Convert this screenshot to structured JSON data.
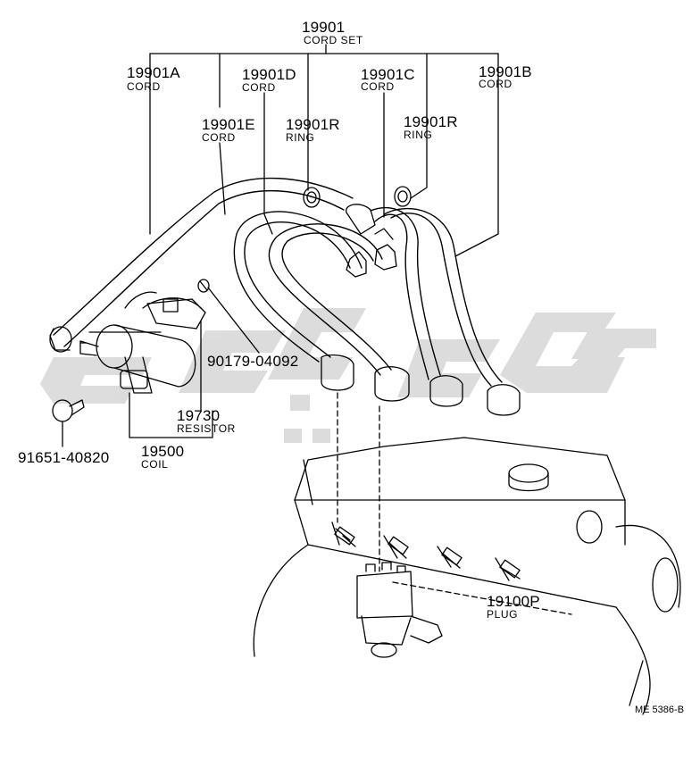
{
  "diagram": {
    "parts": [
      {
        "id": "cord_set",
        "number": "19901",
        "name": "CORD SET"
      },
      {
        "id": "cord_a",
        "number": "19901A",
        "name": "CORD"
      },
      {
        "id": "cord_d",
        "number": "19901D",
        "name": "CORD"
      },
      {
        "id": "cord_c",
        "number": "19901C",
        "name": "CORD"
      },
      {
        "id": "cord_b",
        "number": "19901B",
        "name": "CORD"
      },
      {
        "id": "cord_e",
        "number": "19901E",
        "name": "CORD"
      },
      {
        "id": "ring_1",
        "number": "19901R",
        "name": "RING"
      },
      {
        "id": "ring_2",
        "number": "19901R",
        "name": "RING"
      },
      {
        "id": "screw",
        "number": "90179-04092",
        "name": ""
      },
      {
        "id": "resistor",
        "number": "19730",
        "name": "RESISTOR"
      },
      {
        "id": "coil",
        "number": "19500",
        "name": "COIL"
      },
      {
        "id": "bolt",
        "number": "91651-40820",
        "name": ""
      },
      {
        "id": "plug",
        "number": "19100P",
        "name": "PLUG"
      }
    ],
    "reference_code": "ME 5386-B"
  },
  "colors": {
    "line": "#000000",
    "watermark": "#d9d9d9",
    "background": "#ffffff"
  }
}
